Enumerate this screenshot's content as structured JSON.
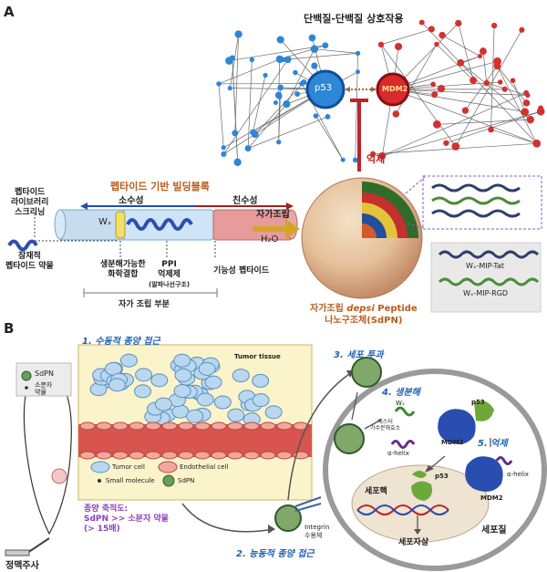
{
  "panel_a": {
    "label": "A",
    "ppi_title": "단백질-단백질 상호작용",
    "p53": "p53",
    "mdm2": "MDM2",
    "inhibition": "억제",
    "building_block_title": "펩타이드 기반 빌딩블록",
    "hydrophobic": "소수성",
    "hydrophilic": "친수성",
    "wx": "Wₓ",
    "self_assembly": "자가조립",
    "water": "H₂O",
    "library_line1": "펩타이드",
    "library_line2": "라이브러리",
    "library_line3": "스크리닝",
    "drug_line1": "잠재적",
    "drug_line2": "펩타이드 약물",
    "biodegradable_line1": "생분해가능한",
    "biodegradable_line2": "화학결합",
    "ppi_label": "PPI",
    "inhibitor_line1": "억제제",
    "inhibitor_line2": "(알파나선구조)",
    "functional_peptide": "기능성 펩타이드",
    "self_assembly_part": "자가 조립 부분",
    "nano_line1_a": "자가조립 ",
    "nano_line1_b": "depsi",
    "nano_line1_c": " Peptide",
    "nano_line2": "나노구조체(SdPN)",
    "wx_tat": "Wₓ-MIP-Tat",
    "wx_rgd": "Wₓ-MIP-RGD"
  },
  "panel_b": {
    "label": "B",
    "step1": "1. 수동적 종양 접근",
    "step2": "2. 능동적 종양 접근",
    "step3": "3. 세포 투과",
    "step4": "4. 생분해",
    "step5": "5. 억제",
    "sdpn_legend_title": "SdPN",
    "small_drug_line1": "소분자",
    "small_drug_line2": "약물",
    "tumor_tissue": "Tumor tissue",
    "tumor_cell": "Tumor cell",
    "endothelial_cell": "Endothelial cell",
    "small_molecule": "Small molecule",
    "sdpn": "SdPN",
    "accumulation_line1": "종양 축적도:",
    "accumulation_line2": "SdPN >> 소분자 약물",
    "accumulation_line3": "(> 15배)",
    "iv_injection": "정맥주사",
    "integrin_line1": "Integrin",
    "integrin_line2": "수용체",
    "esterase_line1": "에스터",
    "esterase_line2": "가수분해효소",
    "wx": "Wₓ",
    "alpha_helix": "α-helix",
    "p53": "p53",
    "mdm2": "MDM2",
    "nucleus": "세포핵",
    "apoptosis": "세포자살",
    "cytoplasm": "세포질"
  },
  "colors": {
    "blue_network": "#2e86d6",
    "red_network": "#d2322e",
    "orange_title": "#b85c1a",
    "blue_step": "#1f63b8",
    "purple_note": "#8c3fc0"
  }
}
